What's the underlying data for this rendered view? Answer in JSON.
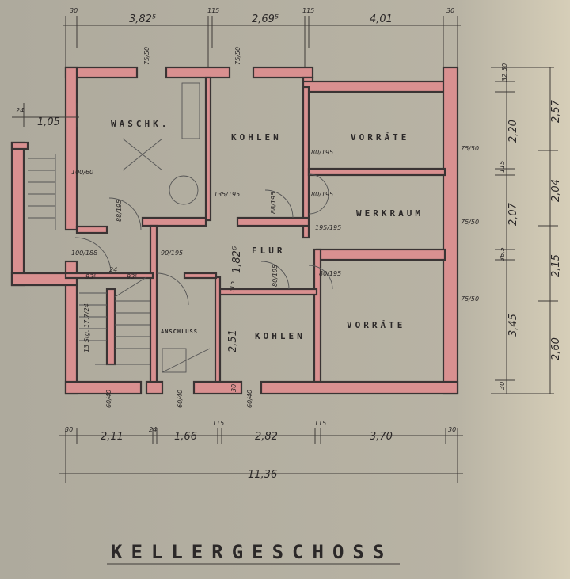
{
  "title": "KELLERGESCHOSS",
  "rooms": {
    "waschk": "WASCHK.",
    "kohlen_top": "KOHLEN",
    "vorraete_top": "VORRÄTE",
    "werkraum": "WERKRAUM",
    "flur": "FLUR",
    "kohlen_bottom": "KOHLEN",
    "vorraete_bottom": "VORRÄTE",
    "anschluss": "ANSCHLUSS"
  },
  "dims_top": [
    "30",
    "3,82⁵",
    "115",
    "2,69⁵",
    "115",
    "4,01",
    "30"
  ],
  "dims_bottom": [
    "30",
    "2,11",
    "24",
    "1,66",
    "115",
    "2,82",
    "115",
    "3,70",
    "30"
  ],
  "dim_total": "11,36",
  "dims_left": [
    "24",
    "1,05"
  ],
  "dims_right_inner": [
    "32",
    "50",
    "2,20",
    "115",
    "2,07",
    "36,5",
    "3,45",
    "30"
  ],
  "dims_right_outer": [
    "2,57",
    "2,04",
    "2,15",
    "2,60"
  ],
  "interior_dims": {
    "flur_height": "1,82⁶",
    "kohlen_height": "2,51",
    "flur_wall": "115",
    "kohlen_wall": "30"
  },
  "openings": {
    "window_top_left": "75/50",
    "window_top_mid": "75/50",
    "window_right_1": "75/50",
    "window_right_2": "75/50",
    "window_right_3": "75/50",
    "door_kohlen_vorrate": "80/195",
    "door_werkraum": "80/195",
    "door_waschk": "88/195",
    "door_stair": "90/195",
    "door_kohlen": "88/195",
    "door_flur_kohlen": "80/195",
    "door_vorrate_bottom": "80/195",
    "door_left": "100/188",
    "window_left": "100/60",
    "chimney_1": "135/195",
    "chimney_2": "195/195",
    "stair_landing_left": "93⁵",
    "stair_landing_mid": "24",
    "stair_landing_right": "93⁵",
    "bottom_window_1": "60/40",
    "bottom_window_2": "60/40",
    "bottom_window_3": "60/40"
  },
  "stair_label": "13 Stg. 17,7/24"
}
